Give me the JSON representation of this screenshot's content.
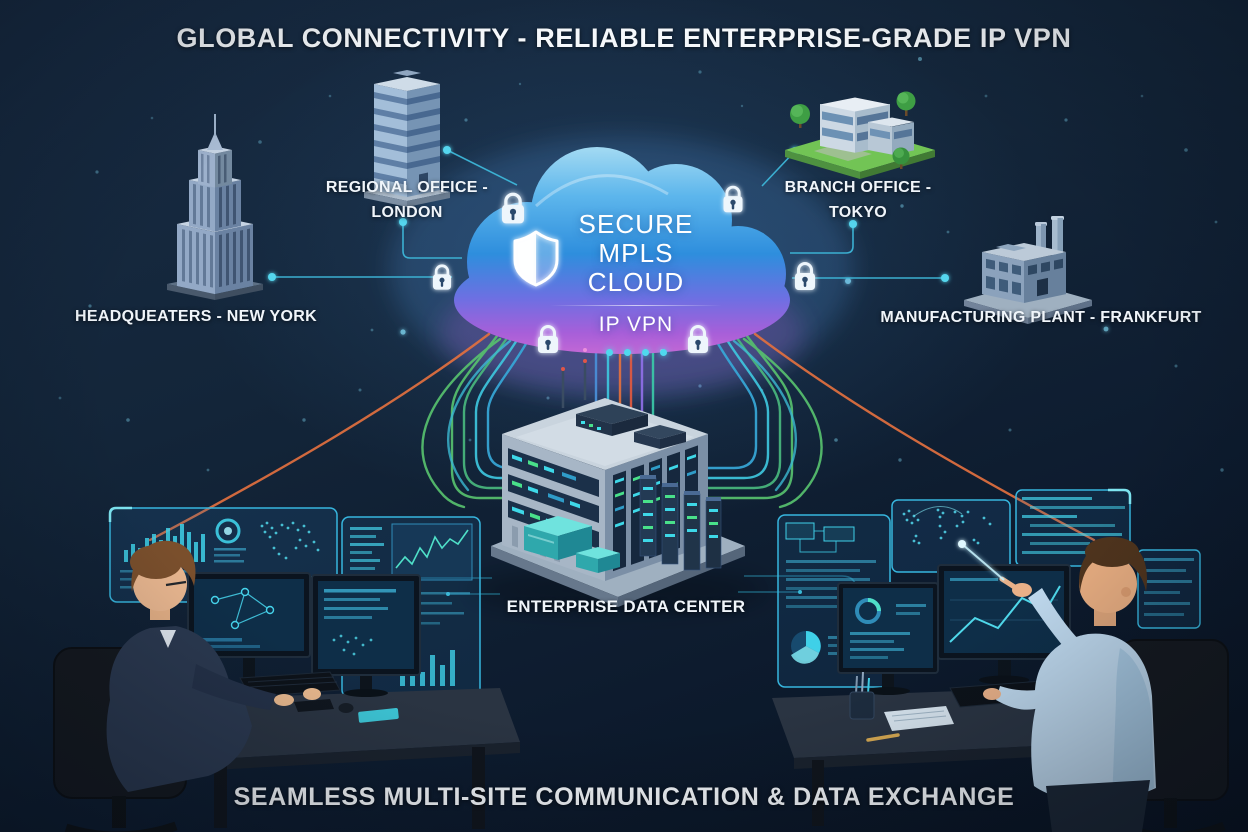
{
  "title": "GLOBAL CONNECTIVITY - RELIABLE ENTERPRISE-GRADE IP VPN",
  "footer": "SEAMLESS MULTI-SITE COMMUNICATION & DATA EXCHANGE",
  "cloud": {
    "line1": "SECURE",
    "line2": "MPLS CLOUD",
    "line3": "IP VPN",
    "badge_icon": "shield-icon",
    "security_icons": "padlock-icon"
  },
  "sites": {
    "headquarters": {
      "label": "HEADQUEATERS - NEW YORK",
      "building": "skyscraper"
    },
    "london": {
      "label": "REGIONAL OFFICE - LONDON",
      "building": "office-tower"
    },
    "tokyo": {
      "label": "BRANCH OFFICE - TOKYO",
      "building": "campus-building"
    },
    "frankfurt": {
      "label": "MANUFACTURING PLANT - FRANKFURT",
      "building": "factory"
    },
    "datacenter": {
      "label": "ENTERPRISE DATA CENTER",
      "building": "server-building"
    }
  },
  "colors": {
    "background": "#0d1b2e",
    "cloud_blue": "#2e8edd",
    "cloud_purple": "#a75fd9",
    "accent_cyan": "#3fc8e6",
    "cable_green": "#57c16e",
    "cable_orange": "#e2703f",
    "cable_purple": "#8f6fe8",
    "label_text": "#f0f5fa"
  }
}
